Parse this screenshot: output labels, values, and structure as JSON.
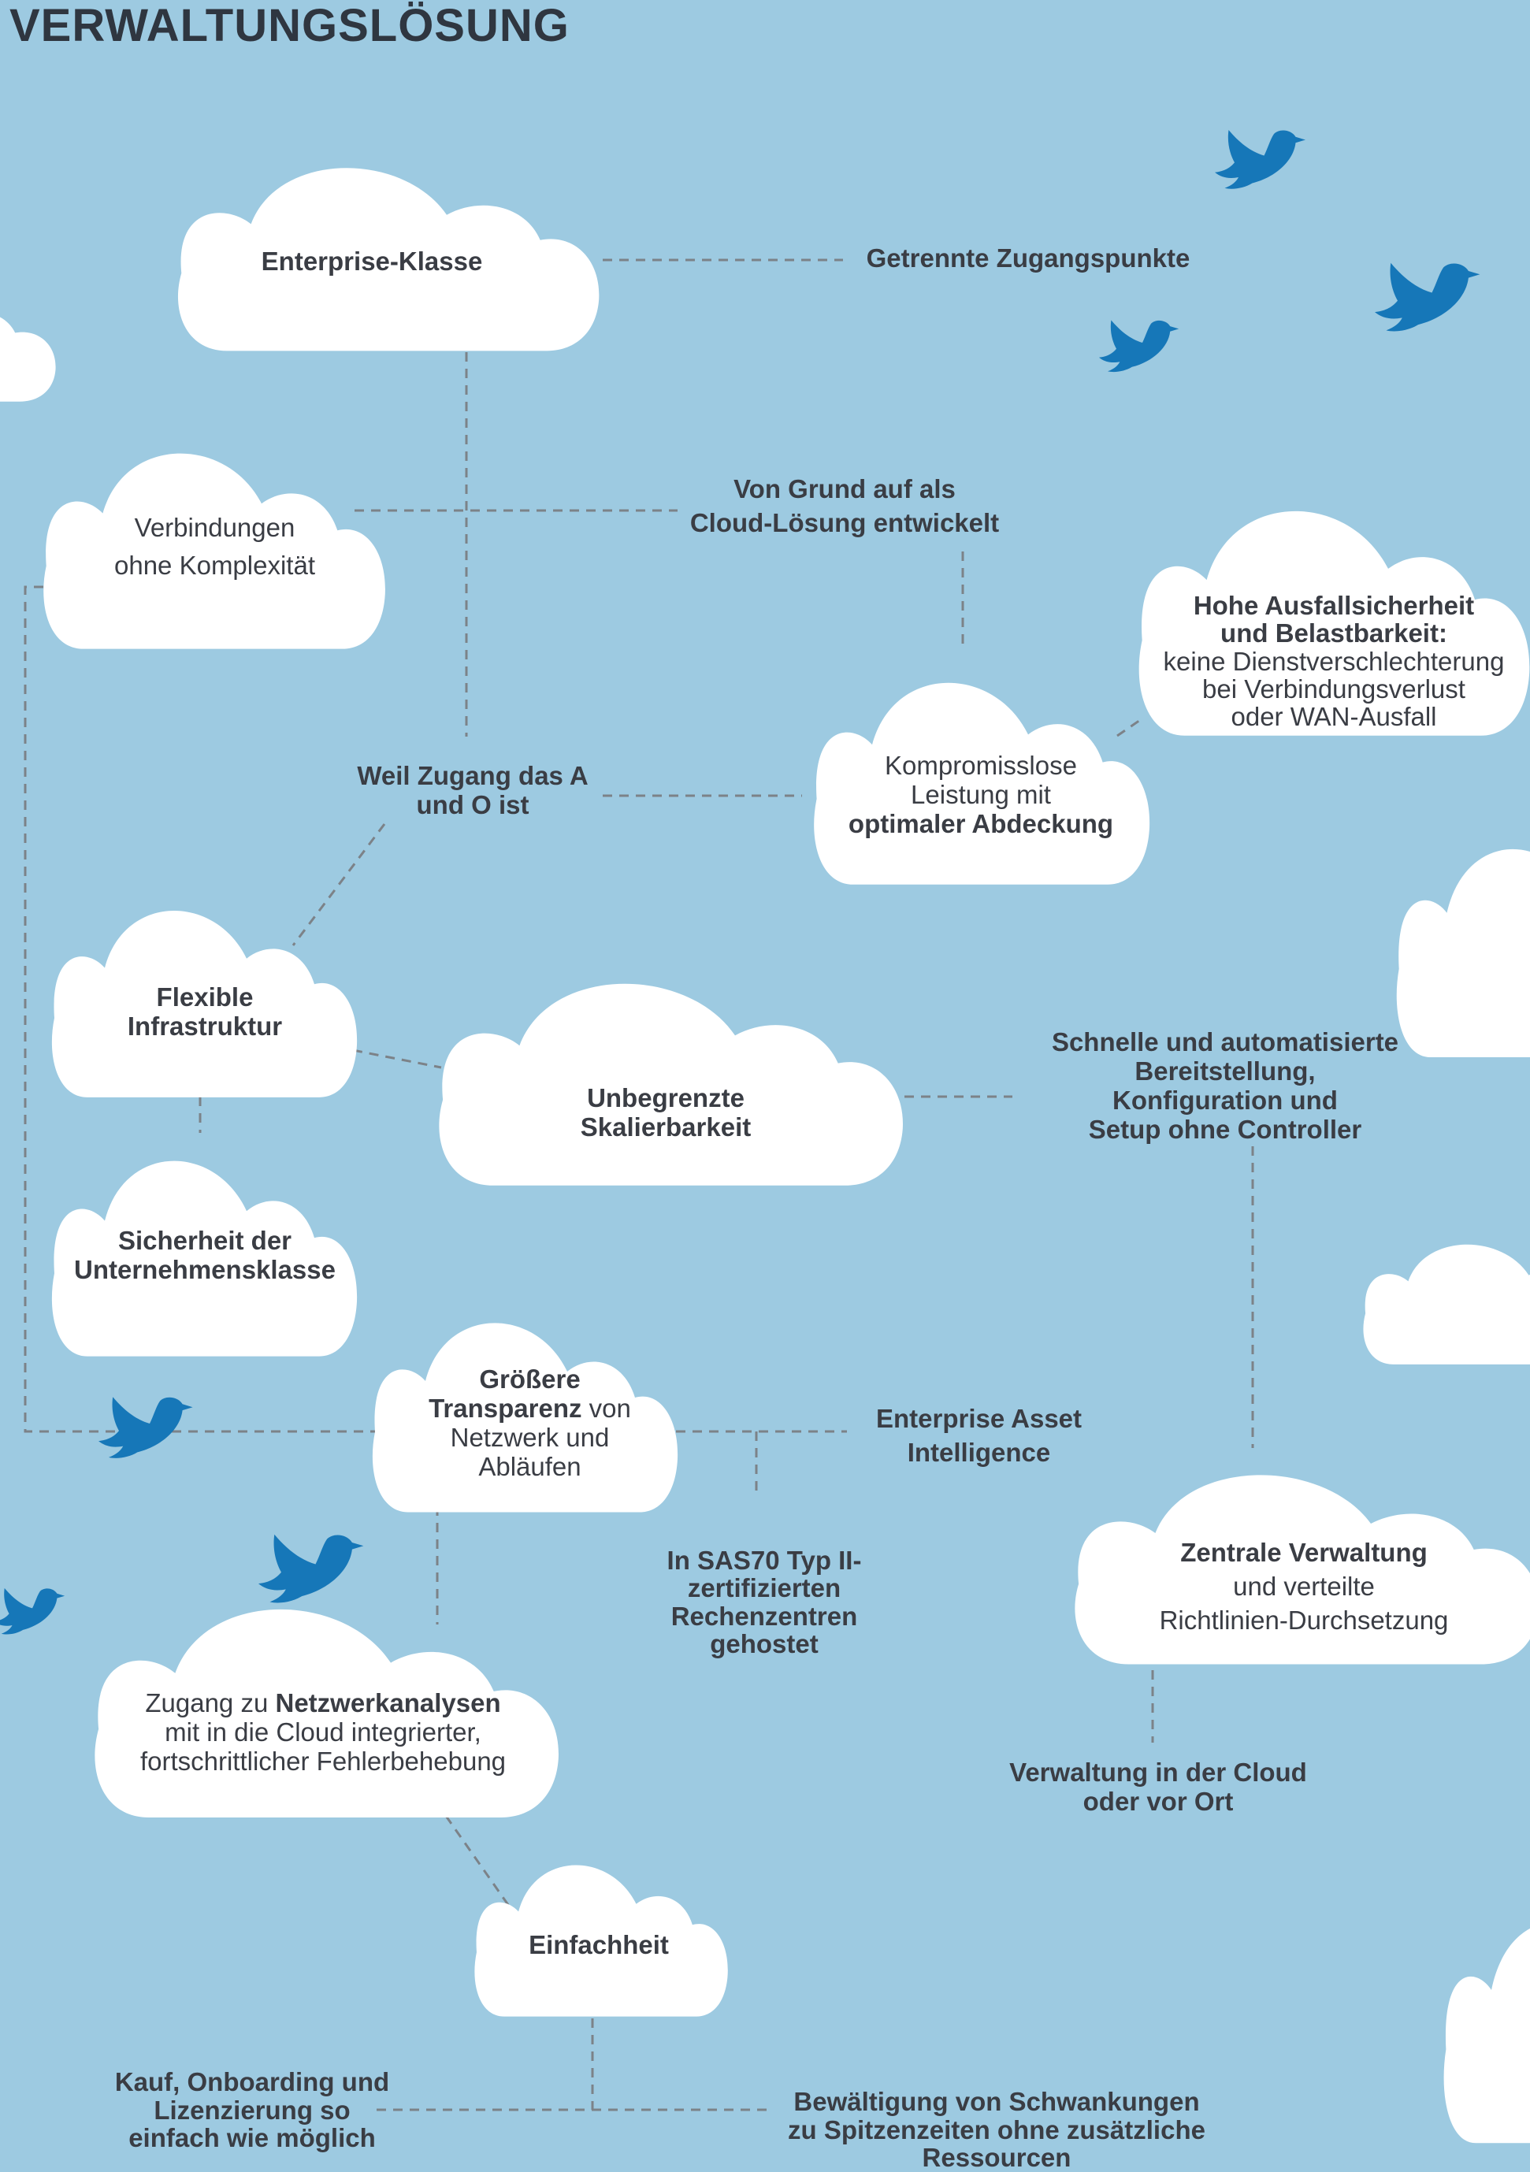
{
  "title": "VERWALTUNGSLÖSUNG",
  "colors": {
    "background": "#9dcae1",
    "cloud": "#ffffff",
    "bird": "#1677b8",
    "text": "#3a3d44",
    "connector": "#7c8288"
  },
  "icons": {
    "cloud": "cloud-icon",
    "bird": "bird-icon"
  },
  "nodes": {
    "enterprise_klasse": "Enterprise-Klasse",
    "getrennte_zugangspunkte": "Getrennte Zugangspunkte",
    "verbindungen": [
      "Verbindungen",
      "ohne Komplexität"
    ],
    "cloud_loesung": [
      "Von Grund auf als",
      "Cloud-Lösung entwickelt"
    ],
    "hohe_ausfallsicherheit": {
      "bold": [
        "Hohe Ausfallsicherheit",
        "und Belastbarkeit:"
      ],
      "normal": [
        "keine Dienstverschlechterung",
        "bei Verbindungsverlust",
        "oder WAN-Ausfall"
      ]
    },
    "weil_zugang": [
      "Weil Zugang das A",
      "und O ist"
    ],
    "kompromisslose": {
      "normal": [
        "Kompromisslose",
        "Leistung mit"
      ],
      "bold": "optimaler Abdeckung"
    },
    "flexible": [
      "Flexible",
      "Infrastruktur"
    ],
    "unbegrenzte": [
      "Unbegrenzte",
      "Skalierbarkeit"
    ],
    "schnelle": [
      "Schnelle und automatisierte",
      "Bereitstellung,",
      "Konfiguration und",
      "Setup ohne Controller"
    ],
    "sicherheit": [
      "Sicherheit der",
      "Unternehmensklasse"
    ],
    "groessere": {
      "bold1": "Größere",
      "bold2": "Transparenz",
      "rest2": " von",
      "rest": [
        "Netzwerk und",
        "Abläufen"
      ]
    },
    "enterprise_asset": [
      "Enterprise Asset",
      "Intelligence"
    ],
    "sas70": [
      "In SAS70 Typ II-",
      "zertifizierten",
      "Rechenzentren",
      "gehostet"
    ],
    "zentrale": {
      "bold": "Zentrale Verwaltung",
      "normal": [
        "und verteilte",
        "Richtlinien-Durchsetzung"
      ]
    },
    "netzwerkanalysen": {
      "pre": "Zugang zu ",
      "bold": "Netzwerkanalysen",
      "normal": [
        "mit in die Cloud integrierter,",
        "fortschrittlicher Fehlerbehebung"
      ]
    },
    "verwaltung_cloud": [
      "Verwaltung in der Cloud",
      "oder vor Ort"
    ],
    "einfachheit": "Einfachheit",
    "kauf": [
      "Kauf, Onboarding und",
      "Lizenzierung so",
      "einfach wie möglich"
    ],
    "bewaeltigung": [
      "Bewältigung von Schwankungen",
      "zu Spitzenzeiten ohne zusätzliche",
      "Ressourcen"
    ]
  }
}
